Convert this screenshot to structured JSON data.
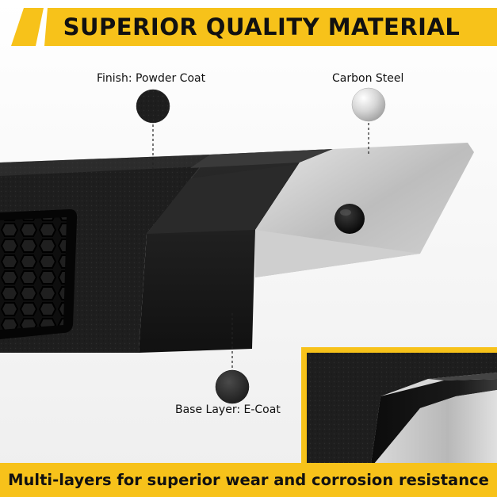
{
  "banner": {
    "title": "SUPERIOR QUALITY MATERIAL"
  },
  "callouts": {
    "finish": {
      "label": "Finish: Powder Coat"
    },
    "carbon": {
      "label": "Carbon Steel"
    },
    "base": {
      "label": "Base Layer: E-Coat"
    }
  },
  "footer": {
    "text": "Multi-layers for superior wear and corrosion resistance"
  },
  "colors": {
    "accent": "#f7c21a",
    "powder_coat": "#1c1c1c",
    "steel": "#c9c9c9",
    "background": "#f5f5f5"
  }
}
